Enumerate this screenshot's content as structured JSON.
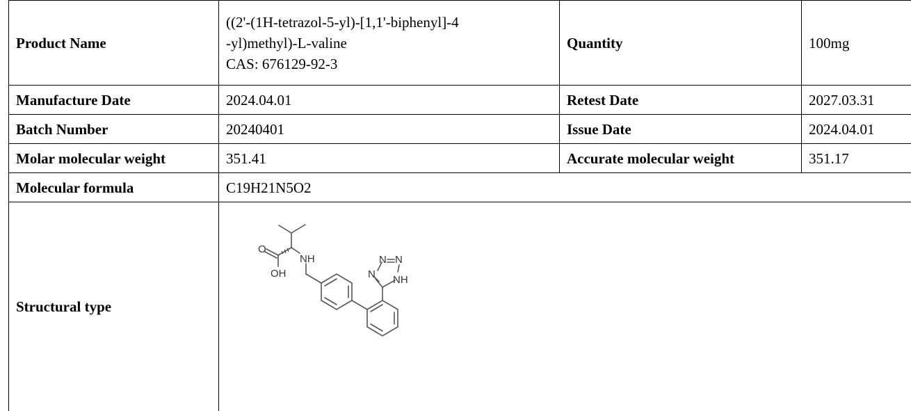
{
  "product": {
    "name_label": "Product Name",
    "name_lines": [
      "((2'-(1H-tetrazol-5-yl)-[1,1'-biphenyl]-4",
      "-yl)methyl)-L-valine",
      "CAS: 676129-92-3"
    ],
    "quantity_label": "Quantity",
    "quantity_value": "100mg"
  },
  "dates": {
    "manufacture_label": "Manufacture Date",
    "manufacture_value": "2024.04.01",
    "retest_label": "Retest Date",
    "retest_value": "2027.03.31"
  },
  "batch": {
    "batch_label": "Batch Number",
    "batch_value": "20240401",
    "issue_label": "Issue Date",
    "issue_value": "2024.04.01"
  },
  "weights": {
    "molar_label": "Molar molecular weight",
    "molar_value": "351.41",
    "accurate_label": "Accurate molecular weight",
    "accurate_value": "351.17"
  },
  "formula": {
    "label": "Molecular formula",
    "value": "C19H21N5O2"
  },
  "structure": {
    "label": "Structural type",
    "atoms": {
      "carbonyl_o": "O",
      "hydroxyl": "OH",
      "amine": "NH",
      "tetrazole_n1": "N",
      "tetrazole_n2": "N",
      "tetrazole_n3": "N",
      "tetrazole_nh": "NH"
    }
  }
}
